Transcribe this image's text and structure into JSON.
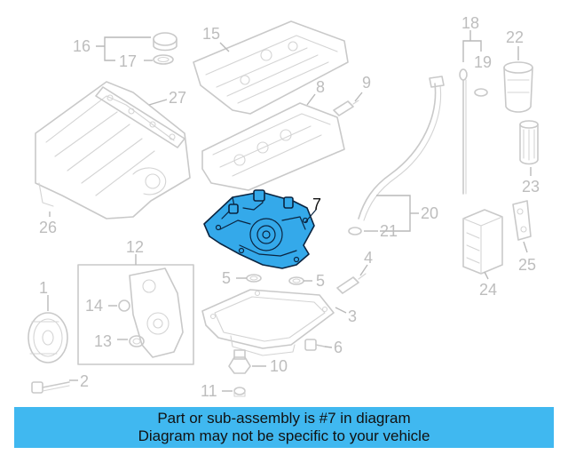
{
  "callouts": {
    "c1": "1",
    "c2": "2",
    "c3": "3",
    "c4": "4",
    "c5a": "5",
    "c5b": "5",
    "c6": "6",
    "c7": "7",
    "c8": "8",
    "c9": "9",
    "c10": "10",
    "c11": "11",
    "c12": "12",
    "c13": "13",
    "c14": "14",
    "c15": "15",
    "c16": "16",
    "c17": "17",
    "c18": "18",
    "c19": "19",
    "c20": "20",
    "c21": "21",
    "c22": "22",
    "c23": "23",
    "c24": "24",
    "c25": "25",
    "c26": "26",
    "c27": "27"
  },
  "highlight_part": "7",
  "colors": {
    "highlight_fill": "#34a9ea",
    "outline": "#0a2440",
    "lines": "#c9c9c9",
    "banner": "#40b8f0"
  },
  "banner": {
    "line1": "Part or sub-assembly is #7 in diagram",
    "line2": "Diagram may not be specific to your vehicle"
  }
}
